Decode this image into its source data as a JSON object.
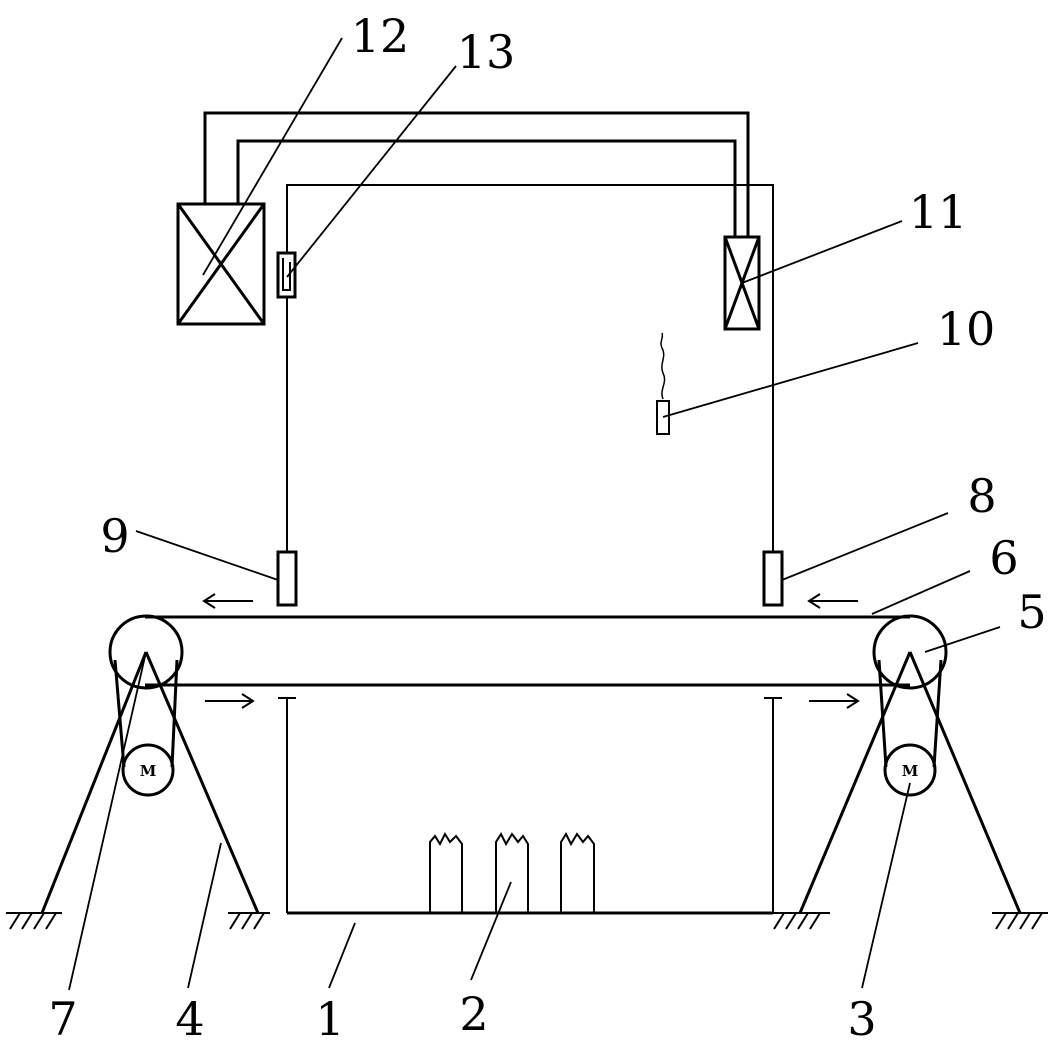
{
  "labels": {
    "l1": "1",
    "l2": "2",
    "l3": "3",
    "l4": "4",
    "l5": "5",
    "l6": "6",
    "l7": "7",
    "l8": "8",
    "l9": "9",
    "l10": "10",
    "l11": "11",
    "l12": "12",
    "l13": "13"
  },
  "motor": {
    "left_symbol": "M",
    "right_symbol": "M"
  },
  "colors": {
    "line": "#000000",
    "background": "#ffffff"
  }
}
